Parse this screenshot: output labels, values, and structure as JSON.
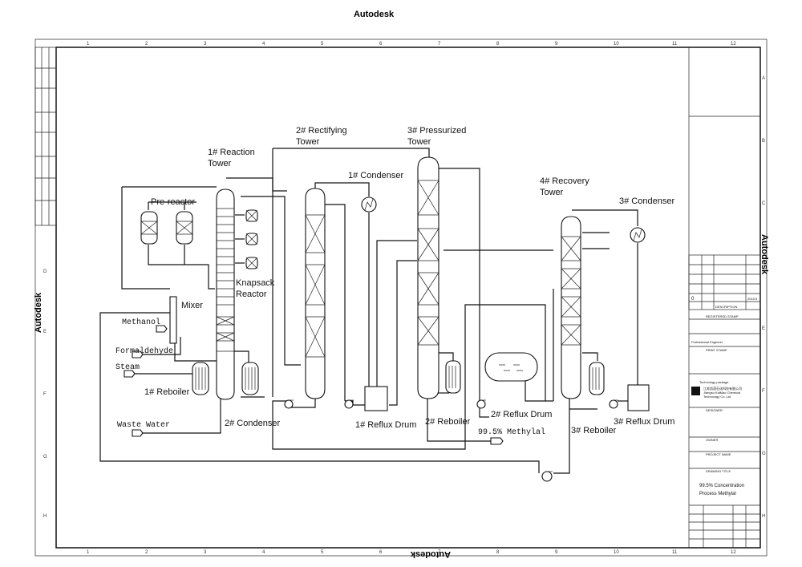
{
  "header": {
    "title": "Autodesk"
  },
  "watermarks": {
    "right": "Autodesk",
    "left": "Autodesk",
    "bottom": "Autodesk"
  },
  "border": {
    "columns": [
      "1",
      "2",
      "3",
      "4",
      "5",
      "6",
      "7",
      "8",
      "9",
      "10",
      "11",
      "12"
    ],
    "rows": [
      "A",
      "B",
      "C",
      "D",
      "E",
      "F",
      "G",
      "H"
    ]
  },
  "labels": {
    "reaction_tower": [
      "1# Reaction",
      "Tower"
    ],
    "pre_reactor": "Pre-reactor",
    "knapsack_reactor": [
      "Knapsack",
      "Reactor"
    ],
    "mixer": "Mixer",
    "methanol": "Methanol",
    "formaldehyde": "Formaldehyde",
    "steam": "Steam",
    "reboiler1": "1# Reboiler",
    "waste_water": "Waste Water",
    "condenser2": "2# Condenser",
    "rectifying_tower": [
      "2# Rectifying",
      "Tower"
    ],
    "condenser1": "1# Condenser",
    "reflux_drum1": "1# Reflux Drum",
    "pressurized_tower": [
      "3# Pressurized",
      "Tower"
    ],
    "reboiler2": "2# Reboiler",
    "product": "99.5% Methylal",
    "reflux_drum2": "2# Reflux Drum",
    "recovery_tower": [
      "4# Recovery",
      "Tower"
    ],
    "condenser3": "3# Condenser",
    "reboiler3": "3# Reboiler",
    "reflux_drum3": "3# Reflux Drum"
  },
  "title_block": {
    "company_cn": "江苏凯茂石化科技有限公司",
    "company_en": [
      "Jiangsu KaiMao Chemical",
      "Technology Co.,Ltd"
    ],
    "drawing_title": [
      "99.5% Concentration",
      "Process  Methylal"
    ],
    "registered_stamp": "REGISTERED STAMP",
    "print_stamp": "PRINT STAMP",
    "tech_package": "Technology package",
    "designer": "DESIGNER",
    "owner": "OWNER",
    "project_name": "PROJECT NAME",
    "drawing_title_label": "DRAWING TITLE",
    "rev_no": "0",
    "date": "2015.5",
    "description": "DESCRIPTION",
    "professional": "Professional Engineer"
  },
  "colors": {
    "line": "#111111",
    "background": "#ffffff"
  }
}
